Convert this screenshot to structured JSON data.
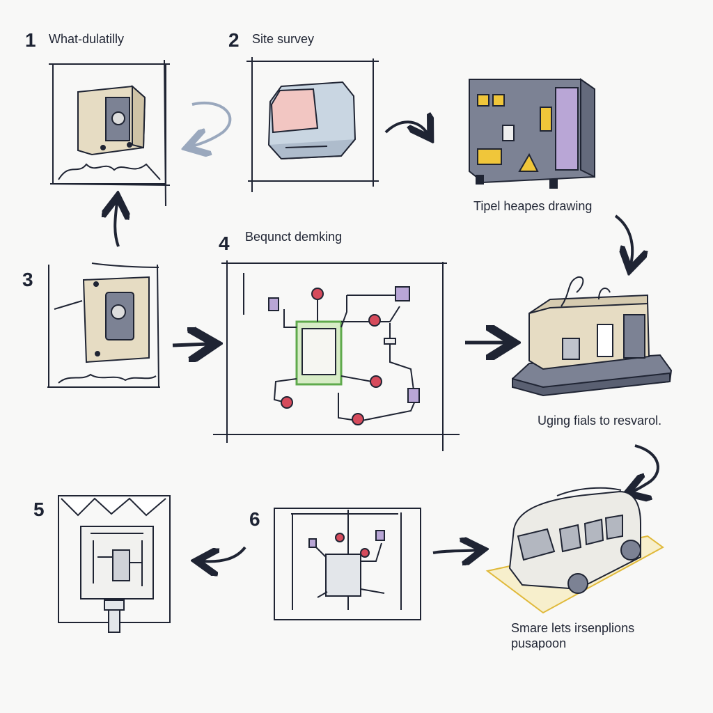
{
  "steps": [
    {
      "number": "1",
      "label": "What-dulatilly"
    },
    {
      "number": "2",
      "label": "Site survey"
    },
    {
      "number": "3",
      "label": ""
    },
    {
      "number": "4",
      "label": "Bequnct demking"
    },
    {
      "number": "5",
      "label": ""
    },
    {
      "number": "6",
      "label": ""
    }
  ],
  "captions": {
    "cabinet": "Tipel heapes drawing",
    "building": "Uging fials to resvarol.",
    "van_line1": "Smare lets irsenplions",
    "van_line2": "pusapoon"
  },
  "colors": {
    "ink": "#1f2433",
    "panel_beige": "#e6dcc3",
    "cabinet_slate": "#7c8294",
    "accent_yellow": "#f0c63a",
    "accent_green": "#7fc46b",
    "accent_red": "#d64b5c",
    "accent_purple": "#b9a6d6",
    "arrow_light": "#9aa8bd"
  }
}
